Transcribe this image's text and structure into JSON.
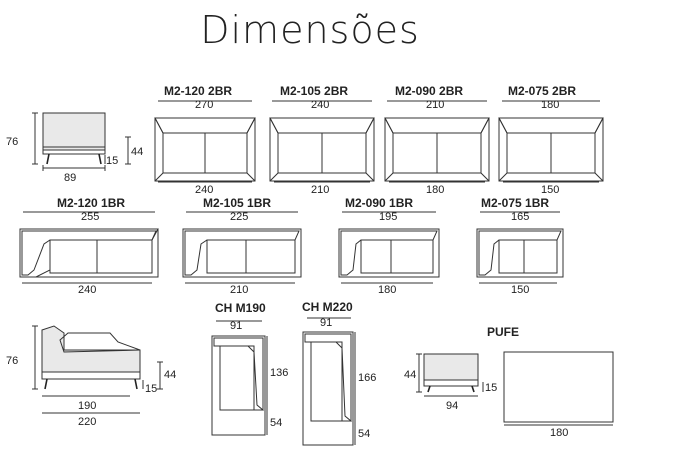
{
  "title": "Dimensões",
  "side_views": {
    "armchair": {
      "h": "76",
      "leg": "15",
      "seat": "44",
      "w": "89"
    },
    "chaise": {
      "h": "76",
      "leg": "15",
      "seat": "44",
      "w1": "190",
      "w2": "220"
    },
    "pufe": {
      "h": "44",
      "leg": "15",
      "w": "94"
    }
  },
  "row1": [
    {
      "name": "M2-120 2BR",
      "top": "270",
      "bottom": "240"
    },
    {
      "name": "M2-105 2BR",
      "top": "240",
      "bottom": "210"
    },
    {
      "name": "M2-090 2BR",
      "top": "210",
      "bottom": "180"
    },
    {
      "name": "M2-075 2BR",
      "top": "180",
      "bottom": "150"
    }
  ],
  "row2": [
    {
      "name": "M2-120 1BR",
      "top": "255",
      "bottom": "240"
    },
    {
      "name": "M2-105 1BR",
      "top": "225",
      "bottom": "210"
    },
    {
      "name": "M2-090 1BR",
      "top": "195",
      "bottom": "180"
    },
    {
      "name": "M2-075 1BR",
      "top": "165",
      "bottom": "150"
    }
  ],
  "chaises": [
    {
      "name": "CH M190",
      "w": "91",
      "depth": "136",
      "seat": "54"
    },
    {
      "name": "CH M220",
      "w": "91",
      "depth": "166",
      "seat": "54"
    }
  ],
  "pufe": {
    "name": "PUFE",
    "w": "180"
  }
}
